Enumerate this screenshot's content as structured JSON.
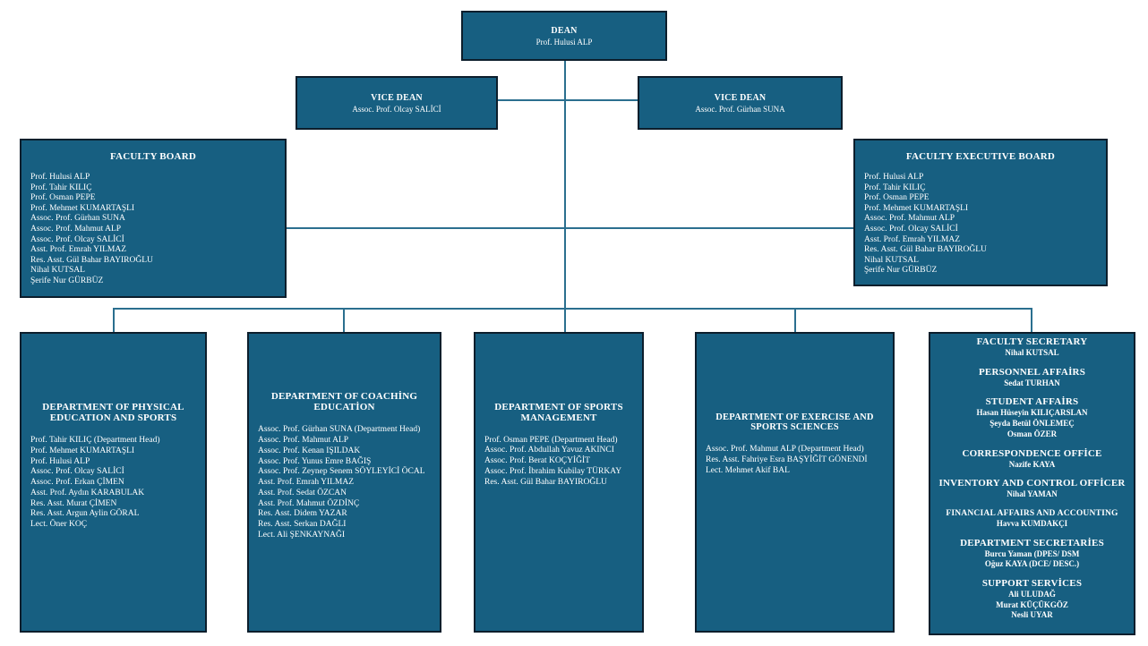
{
  "colors": {
    "box_fill": "#175F81",
    "box_border": "#0C1E2C",
    "connector_line": "#2B6F8F",
    "text": "#FFFFFF",
    "background": "#FFFFFF"
  },
  "chart": {
    "dean": {
      "title": "DEAN",
      "name": "Prof. Hulusi ALP"
    },
    "vice_dean_left": {
      "title": "VICE DEAN",
      "name": "Assoc. Prof. Olcay SALİCİ"
    },
    "vice_dean_right": {
      "title": "VICE DEAN",
      "name": "Assoc. Prof. Gürhan SUNA"
    },
    "faculty_board": {
      "title": "FACULTY BOARD",
      "members": [
        "Prof. Hulusi ALP",
        "Prof. Tahir KILIÇ",
        "Prof. Osman PEPE",
        "Prof. Mehmet KUMARTAŞLI",
        "Assoc. Prof. Gürhan SUNA",
        "Assoc. Prof. Mahmut ALP",
        "Assoc. Prof. Olcay SALİCİ",
        "Asst. Prof. Emrah YILMAZ",
        "Res. Asst. Gül Bahar BAYIROĞLU",
        "Nihal KUTSAL",
        "Şerife Nur GÜRBÜZ"
      ]
    },
    "faculty_executive_board": {
      "title": "FACULTY EXECUTIVE BOARD",
      "members": [
        "Prof. Hulusi ALP",
        "Prof. Tahir KILIÇ",
        "Prof. Osman PEPE",
        "Prof. Mehmet KUMARTAŞLI",
        "Assoc. Prof. Mahmut ALP",
        "Assoc. Prof. Olcay SALİCİ",
        "Asst. Prof. Emrah YILMAZ",
        "Res. Asst. Gül Bahar BAYIROĞLU",
        "Nihal KUTSAL",
        "Şerife Nur GÜRBÜZ"
      ]
    },
    "departments": [
      {
        "title": "DEPARTMENT OF PHYSICAL EDUCATION AND SPORTS",
        "members": [
          "Prof. Tahir KILIÇ (Department Head)",
          "Prof. Mehmet KUMARTAŞLI",
          "Prof. Hulusi ALP",
          "Assoc. Prof. Olcay SALİCİ",
          "Assoc. Prof. Erkan ÇİMEN",
          "Asst. Prof. Aydın KARABULAK",
          "Res. Asst. Murat ÇİMEN",
          "Res. Asst. Argun Aylin GÖRAL",
          "Lect. Öner KOÇ"
        ]
      },
      {
        "title": "DEPARTMENT OF COACHİNG EDUCATİON",
        "members": [
          "Assoc. Prof. Gürhan SUNA (Department Head)",
          "Assoc. Prof. Mahmut ALP",
          "Assoc. Prof. Kenan IŞILDAK",
          "Assoc. Prof. Yunus Emre BAĞIŞ",
          "Assoc. Prof. Zeynep Senem SÖYLEYİCİ ÖCAL",
          "Asst. Prof. Emrah YILMAZ",
          "Asst. Prof. Sedat ÖZCAN",
          "Asst. Prof. Mahmut ÖZDİNÇ",
          "Res. Asst. Didem YAZAR",
          "Res. Asst. Serkan DAĞLI",
          "Lect. Ali ŞENKAYNAĞI"
        ]
      },
      {
        "title": "DEPARTMENT OF SPORTS MANAGEMENT",
        "members": [
          "Prof. Osman PEPE (Department Head)",
          "Assoc. Prof. Abdullah Yavuz AKINCI",
          "Assoc. Prof. Berat KOÇYİĞİT",
          "Assoc. Prof. İbrahim Kubilay TÜRKAY",
          "Res. Asst. Gül Bahar BAYIROĞLU"
        ]
      },
      {
        "title": "DEPARTMENT OF EXERCISE AND SPORTS SCIENCES",
        "members": [
          "Assoc. Prof. Mahmut ALP (Department Head)",
          "Res. Asst. Fahriye Esra BAŞYİĞİT GÖNENDİ",
          "Lect. Mehmet Akif BAL"
        ]
      }
    ],
    "secretary": {
      "sections": [
        {
          "header": "FACULTY SECRETARY",
          "names": [
            "Nihal KUTSAL"
          ],
          "small": false
        },
        {
          "header": "PERSONNEL AFFAİRS",
          "names": [
            "Sedat TURHAN"
          ],
          "small": false
        },
        {
          "header": "STUDENT AFFAİRS",
          "names": [
            "Hasan Hüseyin KILIÇARSLAN",
            "Şeyda Betül ÖNLEMEÇ",
            "Osman ÖZER"
          ],
          "small": false
        },
        {
          "header": "CORRESPONDENCE OFFİCE",
          "names": [
            "Nazife KAYA"
          ],
          "small": false
        },
        {
          "header": "INVENTORY AND CONTROL OFFİCER",
          "names": [
            "Nihal YAMAN"
          ],
          "small": false
        },
        {
          "header": "FINANCIAL AFFAIRS AND ACCOUNTING",
          "names": [
            "Havva KUMDAKÇI"
          ],
          "small": true
        },
        {
          "header": "DEPARTMENT SECRETARİES",
          "names": [
            "Burcu Yaman (DPES/ DSM",
            "Oğuz KAYA (DCE/ DESC.)"
          ],
          "small": false
        },
        {
          "header": "SUPPORT SERVİCES",
          "names": [
            "Ali ULUDAĞ",
            "Murat KÜÇÜKGÖZ",
            "Nesli UYAR"
          ],
          "small": false
        }
      ]
    }
  }
}
